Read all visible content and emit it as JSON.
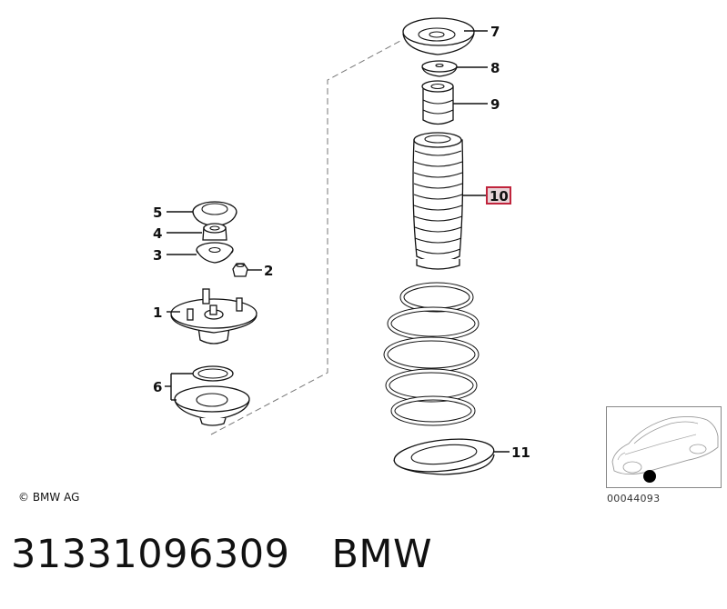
{
  "callouts": {
    "c1": "1",
    "c2": "2",
    "c3": "3",
    "c4": "4",
    "c5": "5",
    "c6": "6",
    "c7": "7",
    "c8": "8",
    "c9": "9",
    "c10": "10",
    "c11": "11"
  },
  "highlight_color": "#c0243c",
  "copyright": "© BMW AG",
  "thumbnail_code": "00044093",
  "footer": {
    "part_number": "31331096309",
    "brand": "BMW"
  }
}
